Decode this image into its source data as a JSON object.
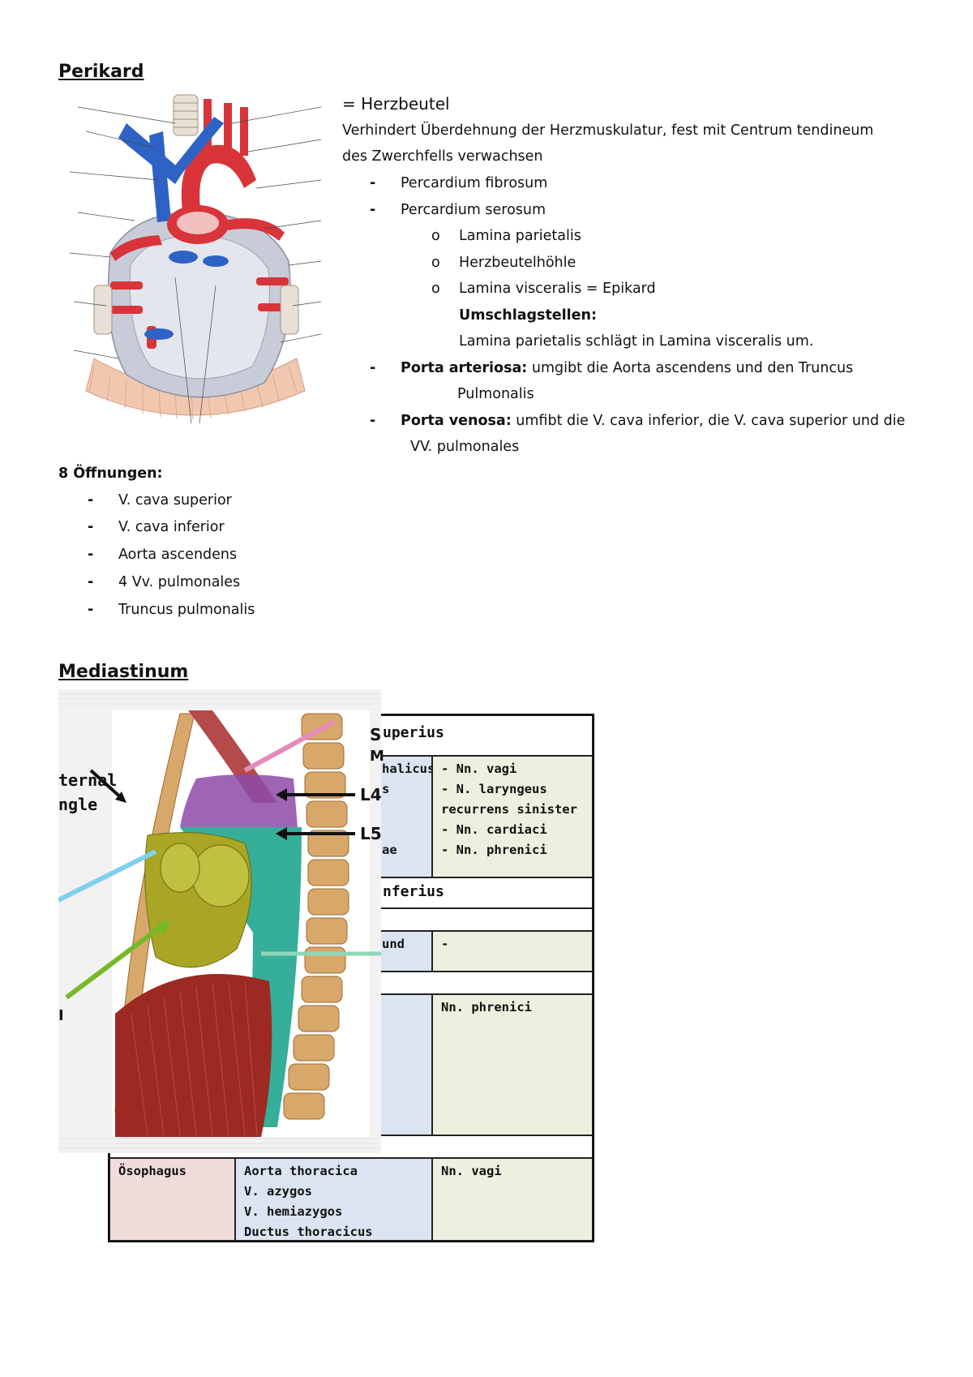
{
  "perikard": {
    "title": "Perikard",
    "heading": "= Herzbeutel",
    "description_line1": "Verhindert Überdehnung der Herzmuskulatur, fest mit Centrum tendineum",
    "description_line2": "des Zwerchfells verwachsen",
    "items": {
      "fibrosum": "Percardium fibrosum",
      "serosum": "Percardium serosum",
      "sub1": "Lamina parietalis",
      "sub2": "Herzbeutelhöhle",
      "sub3": "Lamina visceralis = Epikard",
      "umschlag_label": "Umschlagstellen:",
      "umschlag_text": "Lamina parietalis schlägt in Lamina visceralis um.",
      "porta_art_label": "Porta arteriosa:",
      "porta_art_text": " umgibt die Aorta ascendens und den Truncus",
      "porta_art_cont": "Pulmonalis",
      "porta_ven_label": "Porta venosa:",
      "porta_ven_text": " umfibt die V. cava inferior, die V. cava superior und die",
      "porta_ven_cont": "VV. pulmonales"
    },
    "openings_title": "8 Öffnungen:",
    "openings": [
      "V. cava superior",
      "V. cava inferior",
      "Aorta ascendens",
      "4 Vv. pulmonales",
      "Truncus pulmonalis"
    ]
  },
  "mediastinum": {
    "title": "Mediastinum",
    "figure_labels": {
      "sternal": "ternal",
      "angle": "ngle",
      "l4": "L4",
      "l5": "L5",
      "s": "S",
      "m": "M",
      "lt": "I"
    },
    "table": {
      "superius_header": "uperius",
      "superius_mid": [
        "halicus",
        "s",
        "",
        "",
        "ae"
      ],
      "superius_nerves": [
        "- Nn. vagi",
        "- N. laryngeus",
        "recurrens sinister",
        "- Nn. cardiaci",
        "- Nn. phrenici"
      ],
      "inferius_header": "nferius",
      "row_und": "und",
      "row_und_nerve": "-",
      "row_phrenici": "Nn. phrenici",
      "posterior_left": "Ösophagus",
      "posterior_mid": [
        "Aorta thoracica",
        "V. azygos",
        "V. hemiazygos",
        "Ductus thoracicus"
      ],
      "posterior_right": "Nn. vagi"
    }
  },
  "colors": {
    "artery": "#d9343a",
    "vein": "#2e63c5",
    "pericardium": "#c8ccd8",
    "pink_cell": "#f2dcdb",
    "blue_cell": "#dbe5f1",
    "green_cell": "#ebf1de"
  }
}
